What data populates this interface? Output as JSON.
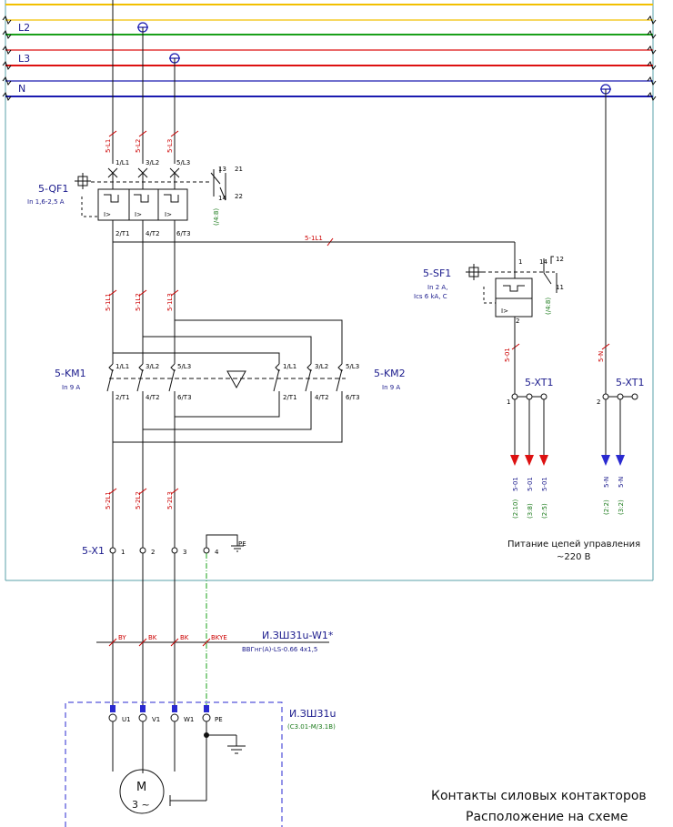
{
  "buses": {
    "l2": "L2",
    "l3": "L3",
    "n": "N"
  },
  "qf1": {
    "name": "5-QF1",
    "rating": "In 1,6-2,5 A",
    "top_pins": [
      "1/L1",
      "3/L2",
      "5/L3"
    ],
    "bottom_pins": [
      "2/T1",
      "4/T2",
      "6/T3"
    ],
    "aux_13": "13",
    "aux_14": "14",
    "aux_21": "21",
    "aux_22": "22",
    "ref": "(/4:8)",
    "trip": "I>"
  },
  "wire_labels": {
    "top": [
      "5-L1",
      "5-L2",
      "5-L3"
    ],
    "mid": [
      "5-1L1",
      "5-1L2",
      "5-1L3"
    ],
    "bottom": [
      "5-2L1",
      "5-2L2",
      "5-2L3"
    ],
    "to_sf1": "5-1L1",
    "sf1_out": "5-01",
    "n_wire": "5-N"
  },
  "sf1": {
    "name": "5-SF1",
    "rating1": "In 2 A,",
    "rating2": "Ics 6 kA, C",
    "pin1": "1",
    "pin2": "2",
    "aux_14": "14",
    "aux_12": "12",
    "aux_11": "11",
    "ref": "(/4:8)",
    "trip": "I>"
  },
  "km1": {
    "name": "5-KM1",
    "rating": "In 9 A",
    "top": [
      "1/L1",
      "3/L2",
      "5/L3"
    ],
    "bottom": [
      "2/T1",
      "4/T2",
      "6/T3"
    ]
  },
  "km2": {
    "name": "5-KM2",
    "rating": "In 9 A",
    "top": [
      "1/L1",
      "3/L2",
      "5/L3"
    ],
    "bottom": [
      "2/T1",
      "4/T2",
      "6/T3"
    ]
  },
  "xt1_left": {
    "name": "5-XT1",
    "pin": "1",
    "arrows": [
      {
        "ref": "(2:10)",
        "wire": "5-01"
      },
      {
        "ref": "(3:8)",
        "wire": "5-01"
      },
      {
        "ref": "(2:5)",
        "wire": "5-01"
      }
    ]
  },
  "xt1_right": {
    "name": "5-XT1",
    "pin": "2",
    "arrows": [
      {
        "ref": "(2:2)",
        "wire": "5-N"
      },
      {
        "ref": "(3:2)",
        "wire": "5-N"
      }
    ]
  },
  "supply_note": {
    "line1": "Питание цепей управления",
    "line2": "~220 В"
  },
  "x1": {
    "name": "5-X1",
    "pins": [
      "1",
      "2",
      "3",
      "4"
    ],
    "pe": "PE"
  },
  "cable": {
    "cores": [
      "BY",
      "BK",
      "BK",
      "BKYE"
    ],
    "name": "И.ЗШ31u-W1*",
    "spec": "ВВГнг(А)-LS-0.66 4x1,5"
  },
  "motor_box": {
    "name": "И.ЗШ31u",
    "sub": "(С3.01-М/3.1В)",
    "pins": [
      "U1",
      "V1",
      "W1",
      "PE"
    ],
    "motor": "M",
    "motor_type": "3 ~"
  },
  "caption": {
    "line1": "Контакты силовых контакторов",
    "line2": "Расположение на схеме"
  },
  "colors": {
    "l1": "#f2c000",
    "l2": "#1aa01a",
    "l3": "#dd1111",
    "n": "#1a1ab0",
    "pe": "#1aa01a",
    "frame": "#5aa0a8",
    "box": "#2a2ad0",
    "wire": "#111111",
    "red": "#cc0000"
  }
}
